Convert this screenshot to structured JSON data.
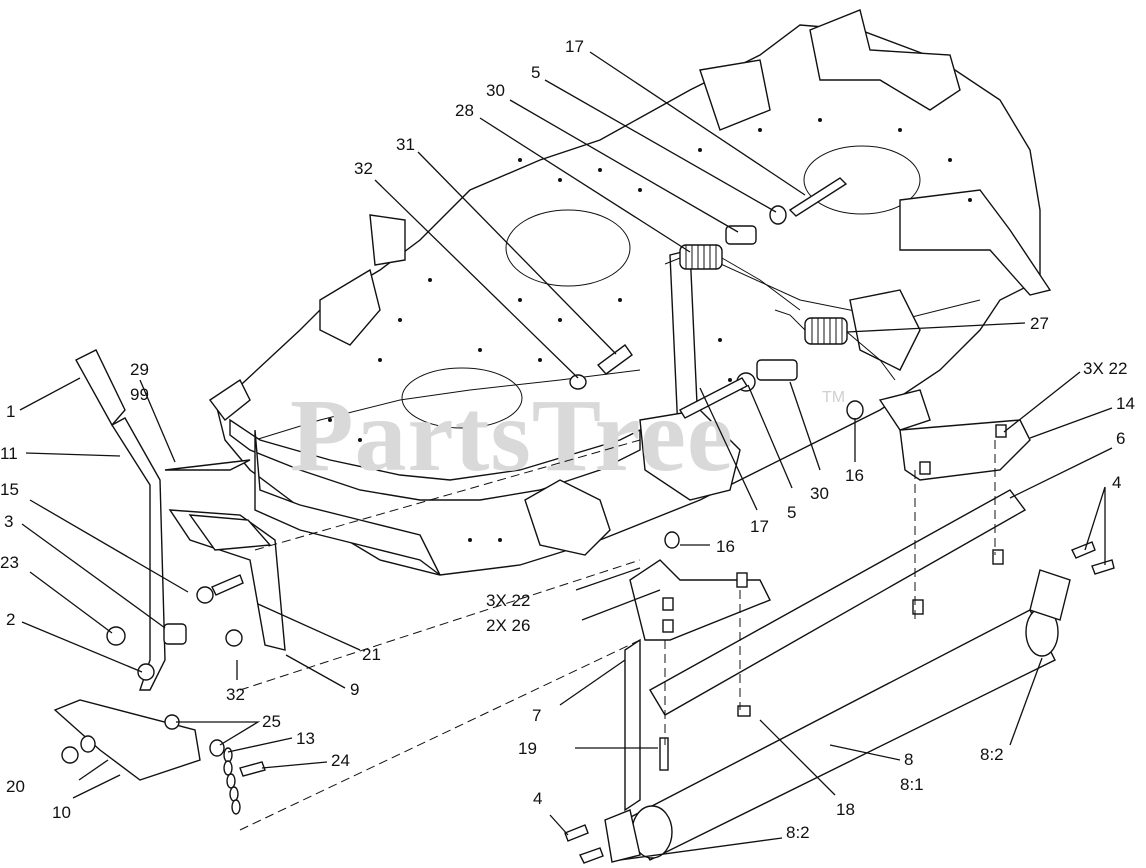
{
  "watermark": {
    "text": "PartsTree",
    "trademark": "TM"
  },
  "callouts": {
    "c1": "1",
    "c2": "2",
    "c3": "3",
    "c4a": "4",
    "c4b": "4",
    "c5a": "5",
    "c5b": "5",
    "c6": "6",
    "c7": "7",
    "c8": "8",
    "c8_1": "8:1",
    "c8_2a": "8:2",
    "c8_2b": "8:2",
    "c9": "9",
    "c10": "10",
    "c11": "11",
    "c13": "13",
    "c14": "14",
    "c15": "15",
    "c16a": "16",
    "c16b": "16",
    "c17a": "17",
    "c17b": "17",
    "c18": "18",
    "c19": "19",
    "c20": "20",
    "c21": "21",
    "c3x22a": "3X 22",
    "c3x22b": "3X 22",
    "c23": "23",
    "c24": "24",
    "c25": "25",
    "c2x26": "2X 26",
    "c27": "27",
    "c28": "28",
    "c29": "29",
    "c30a": "30",
    "c30b": "30",
    "c31": "31",
    "c32a": "32",
    "c32b": "32",
    "c99": "99"
  }
}
